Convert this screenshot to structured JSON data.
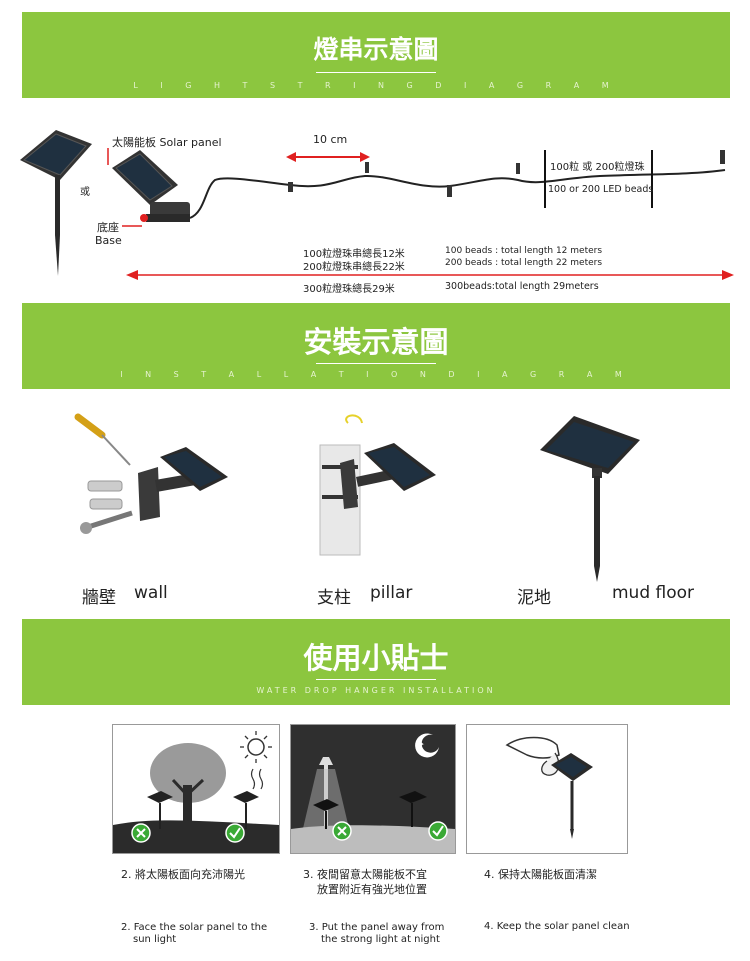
{
  "section1": {
    "title": "燈串示意圖",
    "subtitle": "L I G H T   S T R I N G   D I A G R A M"
  },
  "string_diagram": {
    "solar_panel_label": "太陽能板  Solar panel",
    "or_label": "或",
    "base_label_cn": "底座",
    "base_label_en": "Base",
    "spacing_label": "10 cm",
    "beads_label_cn": "100粒 或 200粒燈珠",
    "beads_label_en": "100 or 200 LED beads",
    "length_100_cn": "100粒燈珠串總長12米",
    "length_200_cn": "200粒燈珠串總長22米",
    "length_100_en": "100 beads : total length 12 meters",
    "length_200_en": "200 beads : total length 22 meters",
    "length_300_cn": "300粒燈珠總長29米",
    "length_300_en": "300beads:total   length  29meters"
  },
  "section2": {
    "title": "安裝示意圖",
    "subtitle": "I N S T A L L A T I O N   D I A G R A M"
  },
  "install": {
    "wall_cn": "牆壁",
    "wall_en": "wall",
    "pillar_cn": "支柱",
    "pillar_en": "pillar",
    "mud_cn": "泥地",
    "mud_en": "mud floor"
  },
  "section3": {
    "title": "使用小貼士",
    "subtitle": "WATER DROP HANGER INSTALLATION"
  },
  "tips": [
    {
      "cn": "2. 將太陽板面向充沛陽光",
      "en_line1": "2. Face the solar panel to the",
      "en_line2": "sun light"
    },
    {
      "cn_line1": "3. 夜間留意太陽能板不宜",
      "cn_line2": "放置附近有強光地位置",
      "en_line1": "3. Put the panel away from",
      "en_line2": "the strong light at night"
    },
    {
      "cn": "4. 保持太陽能板面清潔",
      "en_line1": "4. Keep the solar panel clean"
    }
  ],
  "colors": {
    "band_green": "#8cc63f",
    "arrow_red": "#e02020",
    "check_green": "#3aa935",
    "cross_green": "#3aa935"
  }
}
